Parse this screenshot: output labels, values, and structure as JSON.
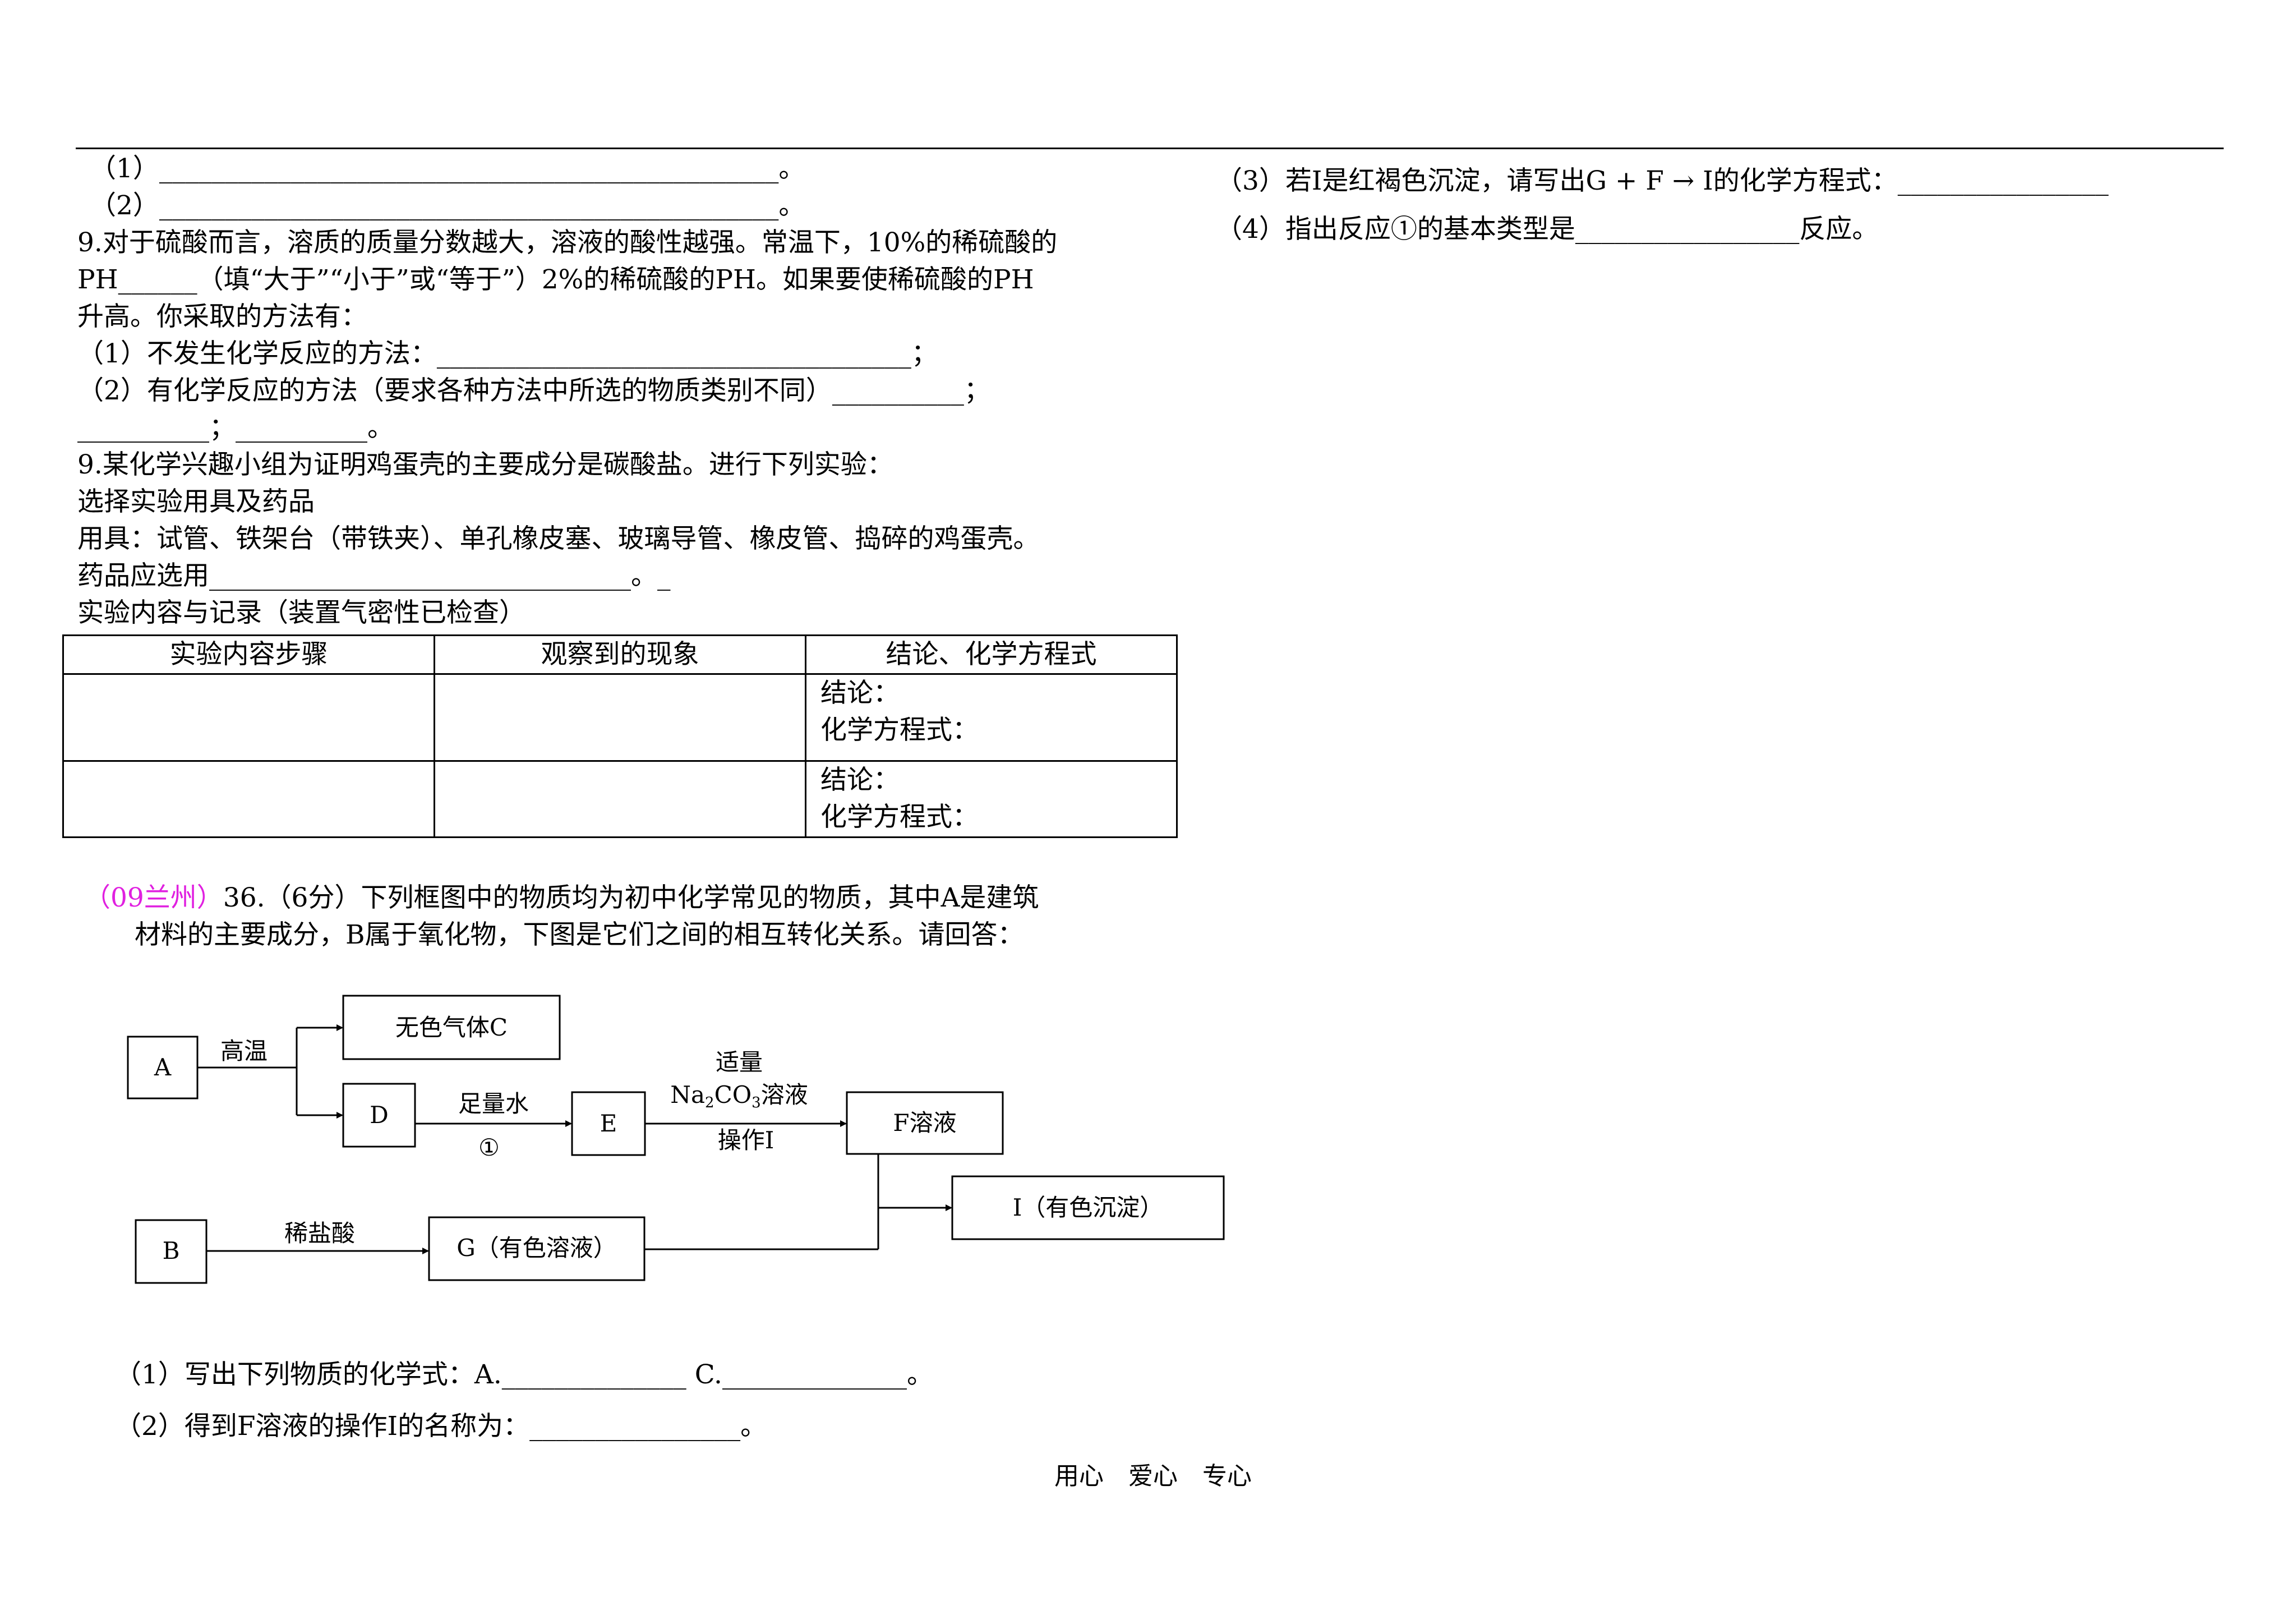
{
  "left": {
    "q8_line1": "（1）_______________________________________________。",
    "q8_line2": "（2）_______________________________________________。",
    "q9a_line1": "9.对于硫酸而言，溶质的质量分数越大，溶液的酸性越强。常温下，10%的稀硫酸的",
    "q9a_line2": "PH______（填“大于”“小于”或“等于”）2%的稀硫酸的PH。如果要使稀硫酸的PH",
    "q9a_line3": "升高。你采取的方法有：",
    "q9a_line4": "（1）不发生化学反应的方法：____________________________________；",
    "q9a_line5": "（2）有化学反应的方法（要求各种方法中所选的物质类别不同）__________；",
    "q9a_line6": "__________；__________。",
    "q9b_line1": "9.某化学兴趣小组为证明鸡蛋壳的主要成分是碳酸盐。进行下列实验：",
    "q9b_line2": "选择实验用具及药品",
    "q9b_line3": "用具：试管、铁架台（带铁夹）、单孔橡皮塞、玻璃导管、橡皮管、捣碎的鸡蛋壳。",
    "q9b_line4": "药品应选用________________________________。_",
    "q9b_line5": "实验内容与记录（装置气密性已检查）"
  },
  "table": {
    "headers": [
      "实验内容步骤",
      "观察到的现象",
      "结论、化学方程式"
    ],
    "rows": [
      {
        "step": "",
        "obs": "",
        "conclusion": "结论：",
        "equation": "化学方程式："
      },
      {
        "step": "",
        "obs": "",
        "conclusion": "结论：",
        "equation": "化学方程式："
      }
    ]
  },
  "q36": {
    "source": "（09兰州）",
    "line1": "36.（6分）下列框图中的物质均为初中化学常见的物质，其中A是建筑",
    "line2": "材料的主要成分，B属于氧化物，下图是它们之间的相互转化关系。请回答：",
    "sub1": "（1）写出下列物质的化学式：A.______________ C.______________。",
    "sub2": "（2）得到F溶液的操作I的名称为：________________。",
    "sub3": "（3）若I是红褐色沉淀，请写出G + F → I的化学方程式：________________",
    "sub4": "（4）指出反应①的基本类型是_________________反应。"
  },
  "diagram": {
    "A": "A",
    "C": "无色气体C",
    "D": "D",
    "E": "E",
    "F": "F溶液",
    "B": "B",
    "G": "G（有色溶液）",
    "I": "I（有色沉淀）",
    "gaowen": "高温",
    "zuliangshui": "足量水",
    "circle1": "①",
    "shiliang": "适量",
    "na2co3": "Na",
    "na2co3_sub2": "2",
    "na2co3_co": "CO",
    "na2co3_sub3": "3",
    "na2co3_rest": "溶液",
    "caozuo": "操作I",
    "xiyansuan": "稀盐酸"
  },
  "footer": "用心　爱心　专心"
}
